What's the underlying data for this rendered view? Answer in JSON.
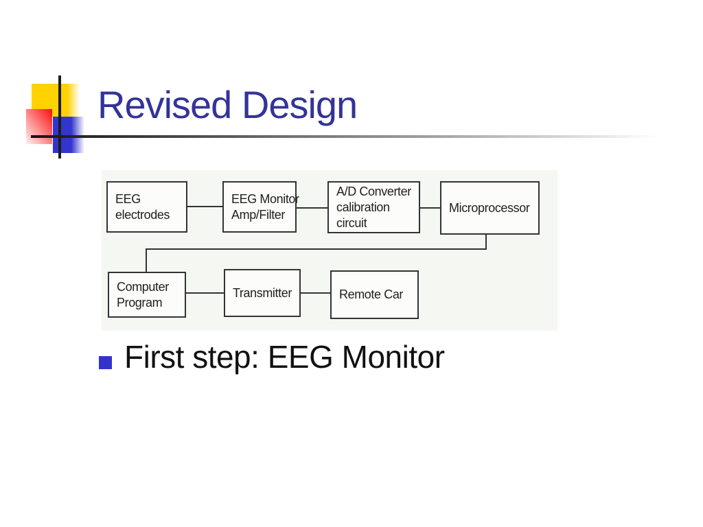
{
  "slide": {
    "title": "Revised Design",
    "bullet_text": "First step: EEG Monitor"
  },
  "diagram": {
    "boxes": {
      "eeg_electrodes": {
        "lines": [
          "EEG",
          "electrodes"
        ]
      },
      "eeg_monitor_amp_filter": {
        "lines": [
          "EEG Monitor",
          "Amp/Filter"
        ]
      },
      "ad_converter": {
        "lines": [
          "A/D Converter",
          "calibration",
          "circuit"
        ]
      },
      "microprocessor": {
        "lines": [
          "Microprocessor"
        ]
      },
      "computer_program": {
        "lines": [
          "Computer",
          "Program"
        ]
      },
      "transmitter": {
        "lines": [
          "Transmitter"
        ]
      },
      "remote_car": {
        "lines": [
          "Remote Car"
        ]
      }
    },
    "edges": [
      "EEG electrodes - EEG Monitor Amp/Filter",
      "EEG Monitor Amp/Filter - A/D Converter calibration circuit",
      "A/D Converter calibration circuit - Microprocessor",
      "Microprocessor - Computer Program",
      "Computer Program - Transmitter",
      "Transmitter - Remote Car"
    ]
  },
  "colors": {
    "title_text": "#333399",
    "bullet_square": "#3333cc",
    "body_text": "#111111",
    "panel_bg": "#f4f7f2",
    "box_border": "#333333",
    "accent_yellow": "#ffd200",
    "accent_red": "#fb0d0d",
    "accent_blue": "#3434cf",
    "rule_dark": "#1c1c1c"
  }
}
